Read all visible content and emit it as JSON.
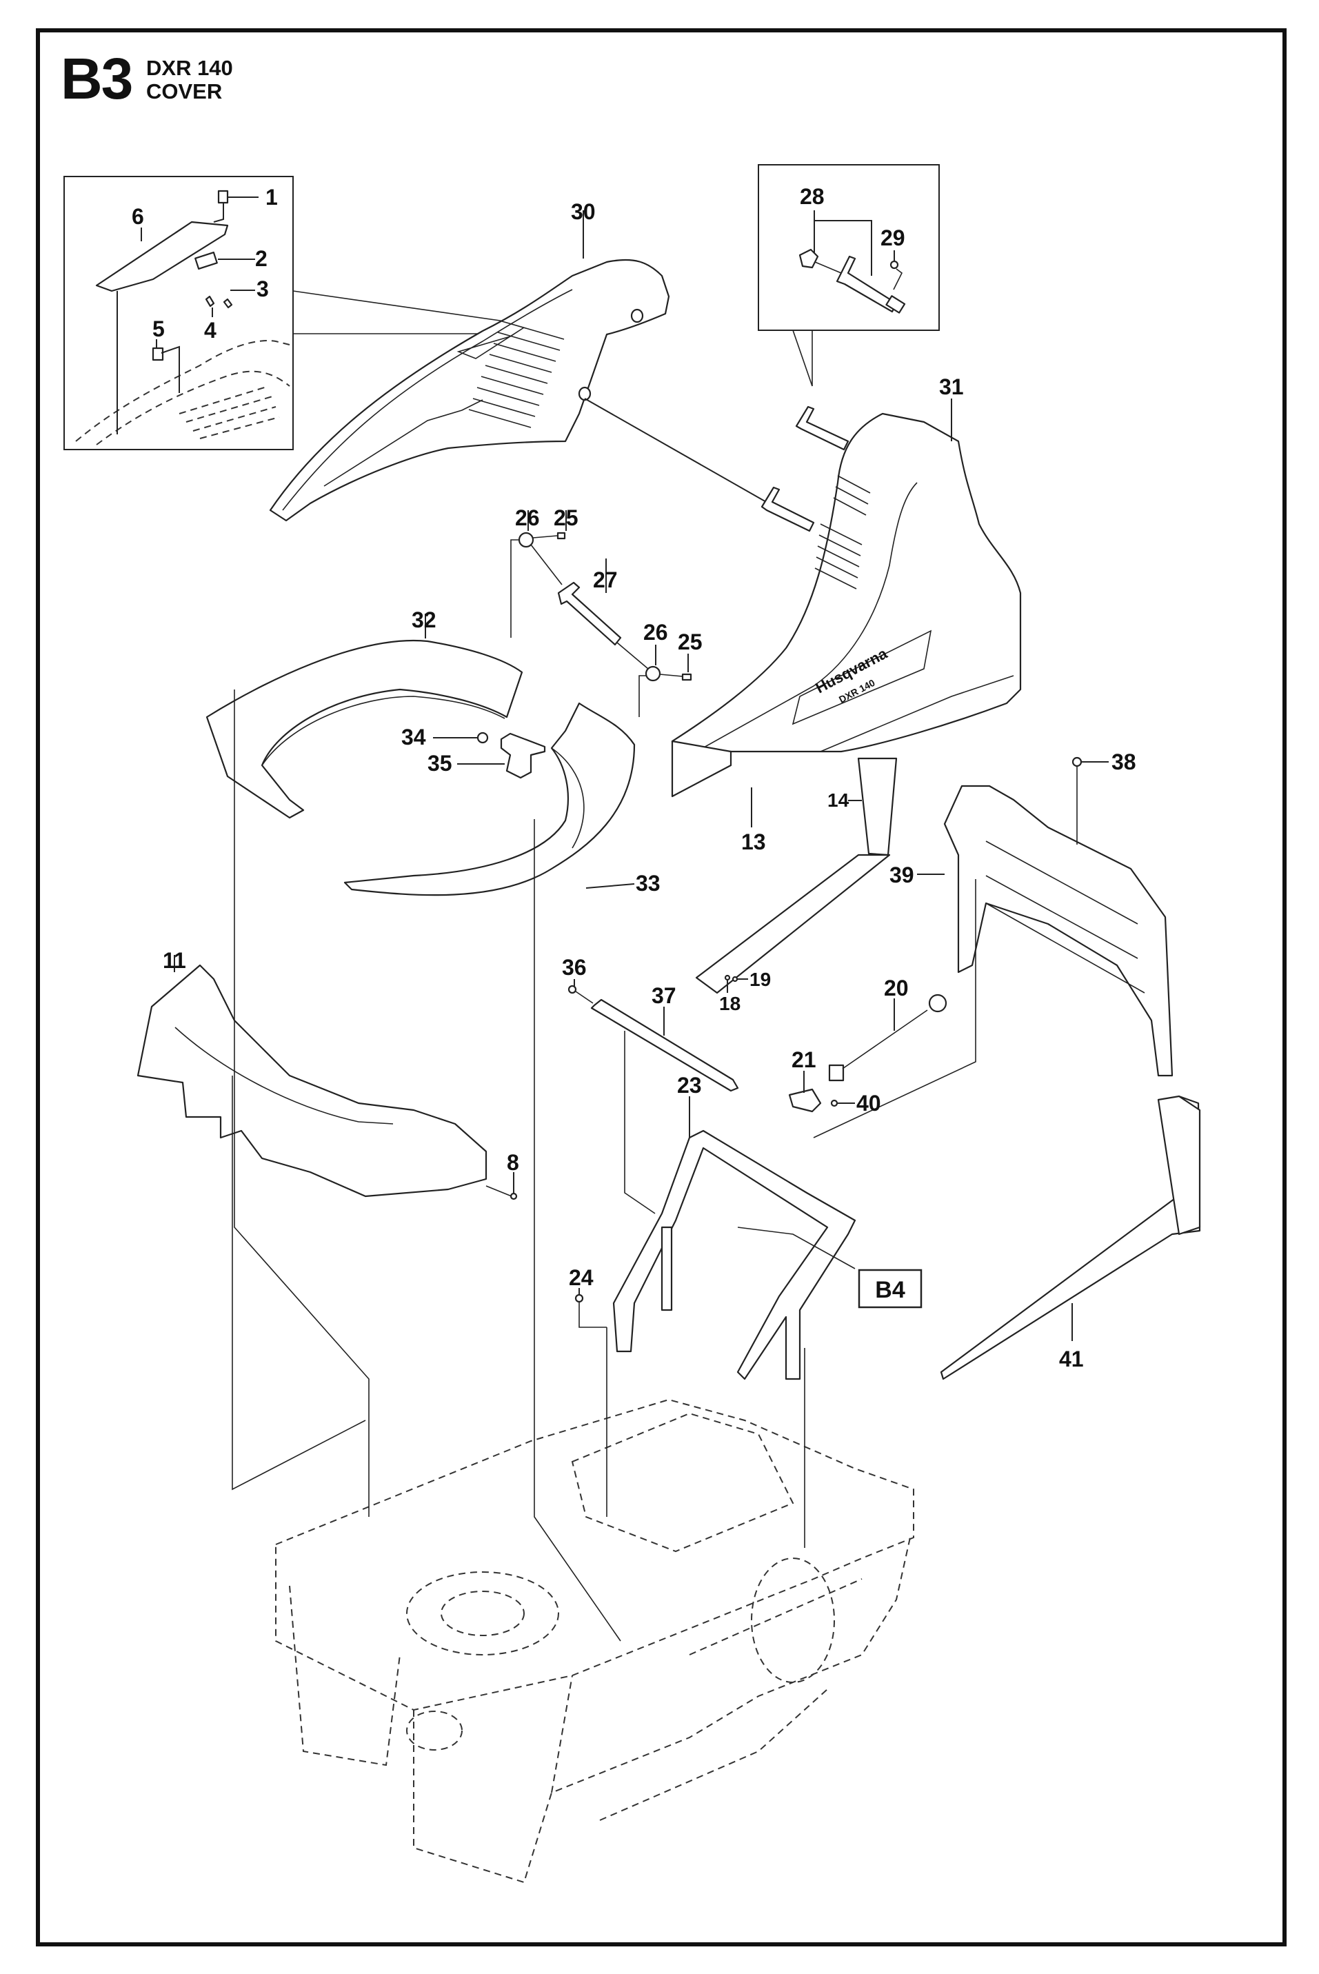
{
  "header": {
    "section_code": "B3",
    "model": "DXR 140",
    "title": "COVER"
  },
  "reference_box": {
    "label": "B4"
  },
  "part_labels": {
    "p1": "1",
    "p2": "2",
    "p3": "3",
    "p4": "4",
    "p5": "5",
    "p6": "6",
    "p8": "8",
    "p11": "11",
    "p13": "13",
    "p14": "14",
    "p18": "18",
    "p19": "19",
    "p20": "20",
    "p21": "21",
    "p23": "23",
    "p24": "24",
    "p25a": "25",
    "p25b": "25",
    "p26a": "26",
    "p26b": "26",
    "p27": "27",
    "p28": "28",
    "p29": "29",
    "p30": "30",
    "p31": "31",
    "p32": "32",
    "p33": "33",
    "p34": "34",
    "p35": "35",
    "p36": "36",
    "p37": "37",
    "p38": "38",
    "p39": "39",
    "p40": "40",
    "p41": "41"
  },
  "decal": {
    "brand": "Husqvarna",
    "model": "DXR 140"
  },
  "colors": {
    "line": "#222222",
    "background": "#ffffff"
  }
}
